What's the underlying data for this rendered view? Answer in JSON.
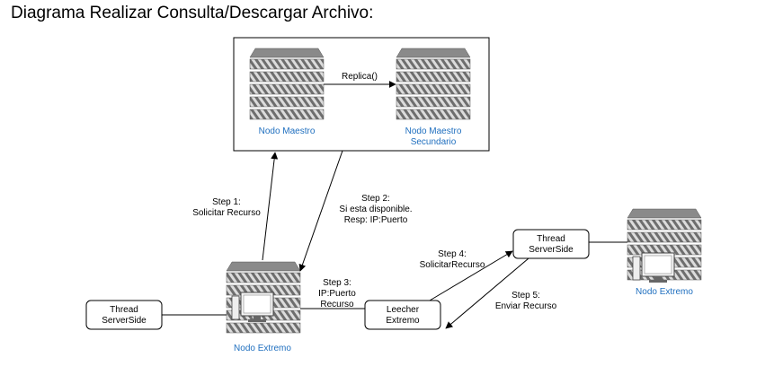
{
  "title": "Diagrama Realizar Consulta/Descargar Archivo:",
  "colors": {
    "node_label": "#1f6fbf",
    "server_body": "#6e6e6e",
    "server_stripe": "#d9d9d9",
    "line": "#000000"
  },
  "nodes": {
    "maestro": {
      "label": "Nodo Maestro",
      "icon": "server-rack-icon"
    },
    "maestro_sec": {
      "line1": "Nodo Maestro",
      "line2": "Secundario",
      "icon": "server-rack-icon"
    },
    "extremo_left": {
      "label": "Nodo Extremo",
      "icon": "server-rack-with-monitor-icon"
    },
    "extremo_right": {
      "label": "Nodo Extremo",
      "icon": "server-rack-with-monitor-icon"
    }
  },
  "boxes": {
    "thread_left": {
      "line1": "Thread",
      "line2": "ServerSide"
    },
    "thread_right": {
      "line1": "Thread",
      "line2": "ServerSide"
    },
    "leecher": {
      "line1": "Leecher",
      "line2": "Extremo"
    }
  },
  "edges": {
    "replica": "Replica()",
    "step1": {
      "line1": "Step 1:",
      "line2": "Solicitar Recurso"
    },
    "step2": {
      "line1": "Step 2:",
      "line2": "Si esta disponible.",
      "line3": "Resp: IP:Puerto"
    },
    "step3": {
      "line1": "Step 3:",
      "line2": "IP:Puerto",
      "line3": "Recurso"
    },
    "step4": {
      "line1": "Step 4:",
      "line2": "SolicitarRecurso"
    },
    "step5": {
      "line1": "Step 5:",
      "line2": "Enviar Recurso"
    }
  }
}
